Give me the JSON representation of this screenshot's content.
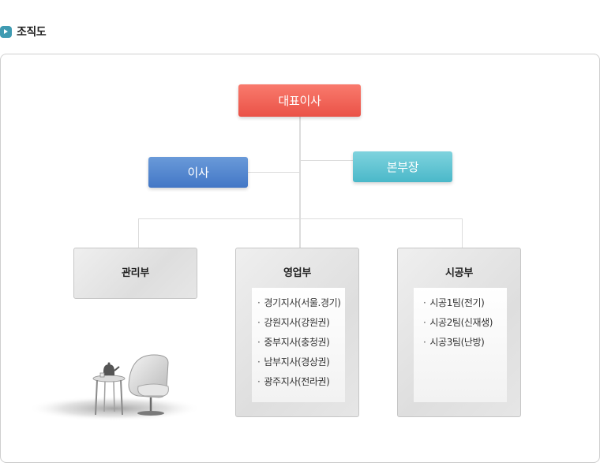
{
  "page": {
    "title": "조직도"
  },
  "org": {
    "ceo": "대표이사",
    "director": "이사",
    "division_head": "본부장",
    "departments": [
      {
        "name": "관리부",
        "items": []
      },
      {
        "name": "영업부",
        "items": [
          "경기지사(서울.경기)",
          "강원지사(강원권)",
          "중부지사(충청권)",
          "남부지사(경상권)",
          "광주지사(전라권)"
        ]
      },
      {
        "name": "시공부",
        "items": [
          "시공1팀(전기)",
          "시공2팀(신재생)",
          "시공3팀(난방)"
        ]
      }
    ]
  },
  "colors": {
    "ceo": "#ea5247",
    "director": "#4377c6",
    "division_head": "#4ab8c9",
    "accent": "#3f9bb2"
  },
  "icons": {
    "title": "chevron-right-icon",
    "decoration": "chair-and-table-illustration"
  }
}
